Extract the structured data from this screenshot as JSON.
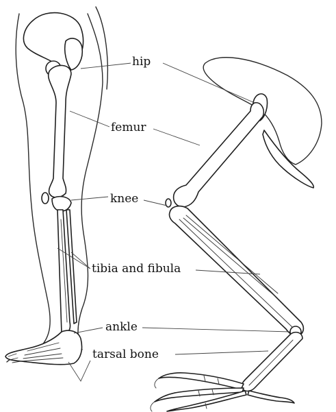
{
  "labels": {
    "hip": "hip",
    "femur": "femur",
    "knee": "knee",
    "tibia_fibula": "tibia and fibula",
    "ankle": "ankle",
    "tarsal": "tarsal bone"
  }
}
